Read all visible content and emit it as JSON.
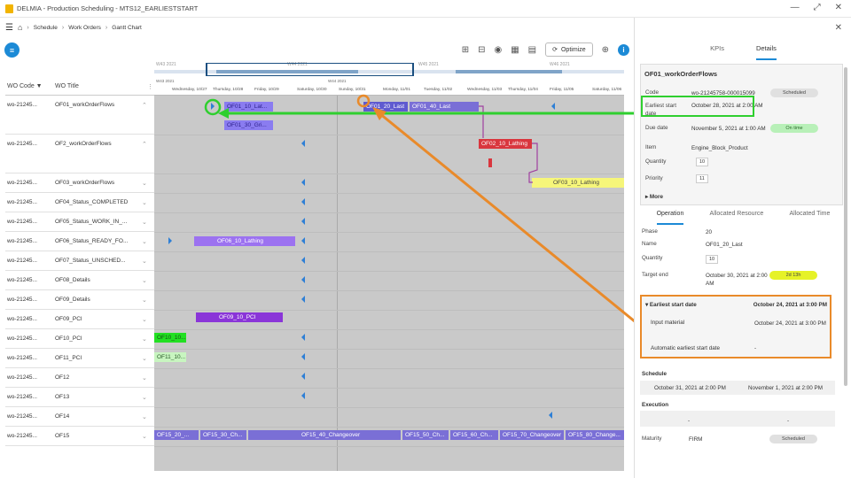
{
  "window": {
    "title": "DELMIA - Production Scheduling - MTS12_EARLIESTSTART",
    "controls": [
      "—",
      "⤢",
      "✕"
    ]
  },
  "breadcrumb": {
    "items": [
      "Schedule",
      "Work Orders",
      "Gantt Chart"
    ]
  },
  "toolbar": {
    "optimize_label": "Optimize",
    "info": "i"
  },
  "timeline": {
    "weeks": [
      "W43 2021",
      "W44 2021",
      "W45 2021",
      "W46 2021"
    ],
    "week_row": [
      "W43 2021",
      "W44 2021"
    ],
    "days": [
      "Wednesday, 10/27",
      "Thursday, 10/28",
      "Friday, 10/29",
      "Saturday, 10/30",
      "Sunday, 10/31",
      "Monday, 11/01",
      "Tuesday, 11/02",
      "Wednesday, 11/03",
      "Thursday, 11/04",
      "Friday, 11/05",
      "Saturday, 11/06"
    ]
  },
  "table": {
    "col_code": "WO Code ▼",
    "col_title": "WO Title",
    "rows": [
      {
        "code": "wo-21245...",
        "title": "OF01_workOrderFlows"
      },
      {
        "code": "wo-21245...",
        "title": "OF2_workOrderFlows"
      },
      {
        "code": "wo-21245...",
        "title": "OF03_workOrderFlows"
      },
      {
        "code": "wo-21245...",
        "title": "OF04_Status_COMPLETED"
      },
      {
        "code": "wo-21245...",
        "title": "OF05_Status_WORK_IN_..."
      },
      {
        "code": "wo-21245...",
        "title": "OF06_Status_READY_FO..."
      },
      {
        "code": "wo-21245...",
        "title": "OF07_Status_UNSCHED..."
      },
      {
        "code": "wo-21245...",
        "title": "OF08_Details"
      },
      {
        "code": "wo-21245...",
        "title": "OF09_Details"
      },
      {
        "code": "wo-21245...",
        "title": "OF09_PCI"
      },
      {
        "code": "wo-21245...",
        "title": "OF10_PCI"
      },
      {
        "code": "wo-21245...",
        "title": "OF11_PCI"
      },
      {
        "code": "wo-21245...",
        "title": "OF12"
      },
      {
        "code": "wo-21245...",
        "title": "OF13"
      },
      {
        "code": "wo-21245...",
        "title": "OF14"
      },
      {
        "code": "wo-21245...",
        "title": "OF15"
      }
    ]
  },
  "bars": {
    "of01_a": "OF01_10_Lat...",
    "of01_b": "OF01_30_Gri...",
    "of01_c": "OF01_20_Last",
    "of01_d": "OF01_40_Last",
    "of02": "OF02_10_Lathing",
    "of03": "OF03_10_Lathing",
    "of06": "OF06_10_Lathing",
    "of09": "OF09_10_PCI",
    "of10": "OF10_10...",
    "of11": "OF11_10...",
    "of15_a": "OF15_20_...",
    "of15_b": "OF15_30_Ch...",
    "of15_c": "OF15_40_Changeover",
    "of15_d": "OF15_50_Ch...",
    "of15_e": "OF15_60_Ch...",
    "of15_f": "OF15_70_Changeover",
    "of15_g": "OF15_80_Change..."
  },
  "panel": {
    "tabs": [
      "KPIs",
      "Details"
    ],
    "card_title": "OF01_workOrderFlows",
    "code_label": "Code",
    "code_value": "wo-21245758-000015099",
    "status": "Scheduled",
    "earliest_label": "Earliest start date",
    "earliest_value": "October 28, 2021 at 2:00 AM",
    "due_label": "Due date",
    "due_value": "November 5, 2021 at 1:00 AM",
    "due_status": "On time",
    "item_label": "Item",
    "item_value": "Engine_Block_Product",
    "qty_label": "Quantity",
    "qty_value": "10",
    "priority_label": "Priority",
    "priority_value": "11",
    "more_label": "More",
    "subtabs": [
      "Operation",
      "Allocated Resource",
      "Allocated Time"
    ],
    "phase_label": "Phase",
    "phase_value": "20",
    "name_label": "Name",
    "name_value": "OF01_20_Last",
    "op_qty_label": "Quantity",
    "op_qty_value": "10",
    "target_label": "Target end",
    "target_value": "October 30, 2021 at 2:00 AM",
    "target_badge": "2d 13h",
    "esd_title": "Earliest start date",
    "esd_value": "October 24, 2021 at 3:00 PM",
    "input_label": "Input material",
    "input_value": "October 24, 2021 at 3:00 PM",
    "auto_label": "Automatic earliest start date",
    "auto_value": "-",
    "schedule_label": "Schedule",
    "sched_start": "October 31, 2021 at 2:00 PM",
    "sched_end": "November 1, 2021 at 2:00 PM",
    "execution_label": "Execution",
    "exec_start": "-",
    "exec_end": "-",
    "maturity_label": "Maturity",
    "maturity_value": "FIRM",
    "maturity_status": "Scheduled"
  }
}
